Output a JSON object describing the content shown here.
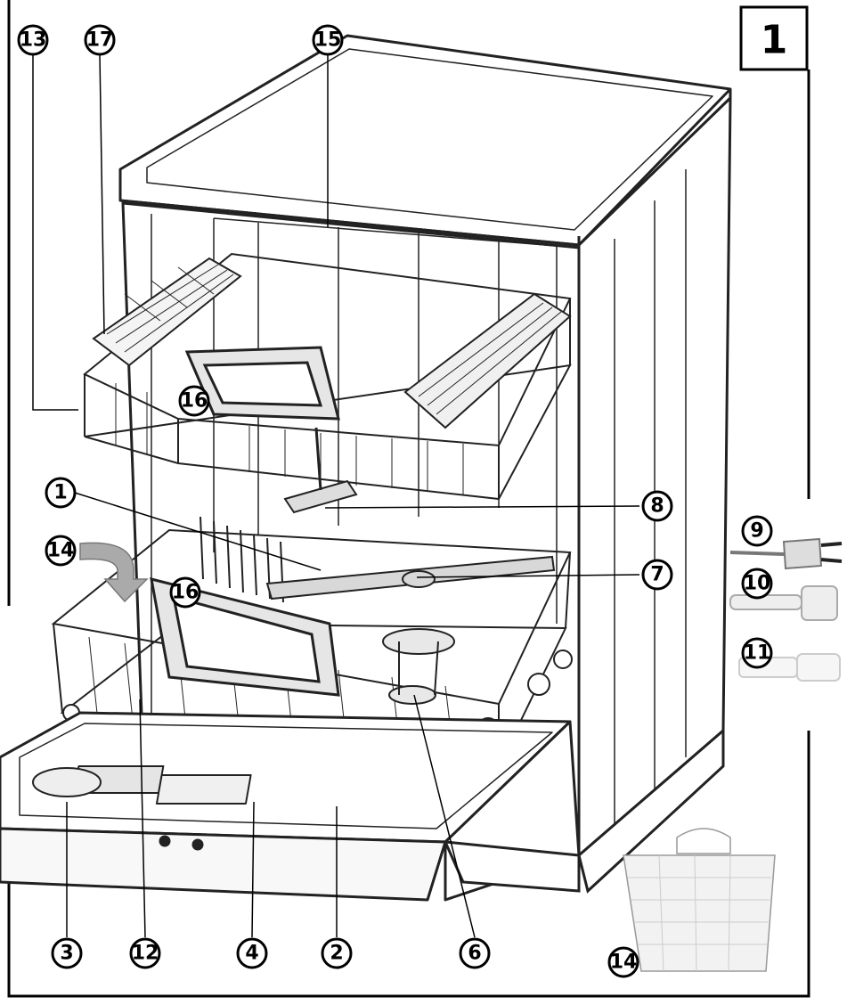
{
  "figure": {
    "number": "1"
  },
  "callouts": [
    {
      "id": "c13",
      "label": "13"
    },
    {
      "id": "c17",
      "label": "17"
    },
    {
      "id": "c15",
      "label": "15"
    },
    {
      "id": "c16a",
      "label": "16"
    },
    {
      "id": "c1",
      "label": "1"
    },
    {
      "id": "c8",
      "label": "8"
    },
    {
      "id": "c14a",
      "label": "14"
    },
    {
      "id": "c16b",
      "label": "16"
    },
    {
      "id": "c7",
      "label": "7"
    },
    {
      "id": "c9",
      "label": "9"
    },
    {
      "id": "c10",
      "label": "10"
    },
    {
      "id": "c11",
      "label": "11"
    },
    {
      "id": "c6",
      "label": "6"
    },
    {
      "id": "c3",
      "label": "3"
    },
    {
      "id": "c12",
      "label": "12"
    },
    {
      "id": "c4",
      "label": "4"
    },
    {
      "id": "c2",
      "label": "2"
    },
    {
      "id": "c14b",
      "label": "14"
    }
  ]
}
